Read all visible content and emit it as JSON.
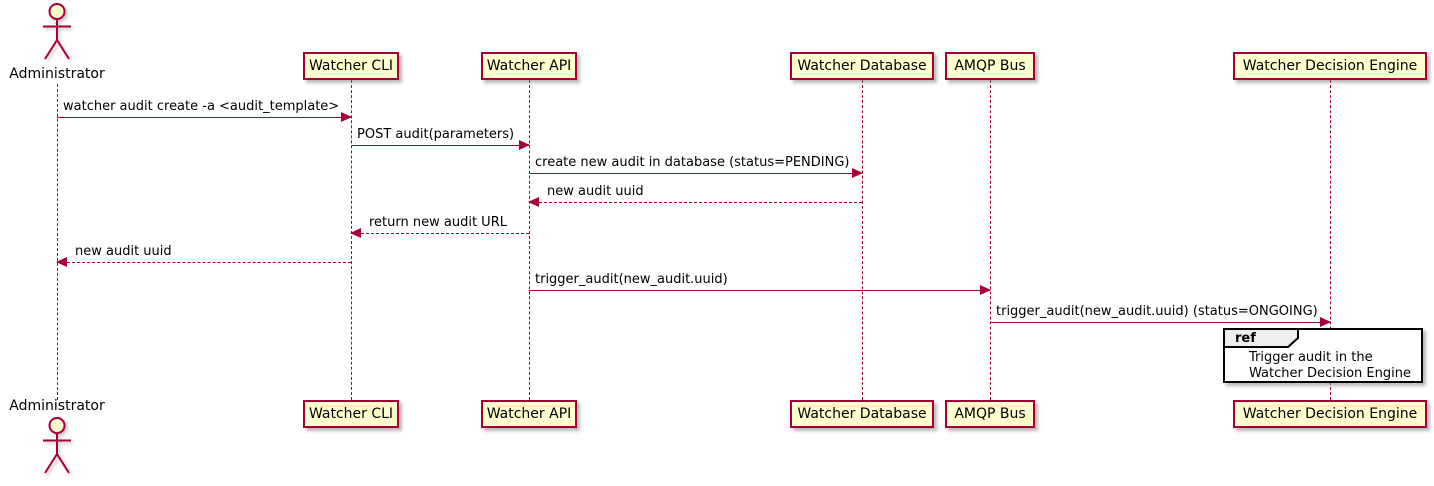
{
  "diagram": {
    "type": "sequence",
    "actor": "Administrator",
    "participants": [
      "Watcher CLI",
      "Watcher API",
      "Watcher Database",
      "AMQP Bus",
      "Watcher Decision Engine"
    ],
    "messages": [
      {
        "from": "Administrator",
        "to": "Watcher CLI",
        "text": "watcher audit create -a <audit_template>",
        "line": "solid",
        "direction": "right"
      },
      {
        "from": "Watcher CLI",
        "to": "Watcher API",
        "text": "POST audit(parameters)",
        "line": "solid",
        "direction": "right"
      },
      {
        "from": "Watcher API",
        "to": "Watcher Database",
        "text": "create new audit in database (status=PENDING)",
        "line": "solid",
        "direction": "right"
      },
      {
        "from": "Watcher Database",
        "to": "Watcher API",
        "text": "new audit uuid",
        "line": "dashed",
        "direction": "left"
      },
      {
        "from": "Watcher API",
        "to": "Watcher CLI",
        "text": "return new audit URL",
        "line": "dashed",
        "direction": "left"
      },
      {
        "from": "Watcher CLI",
        "to": "Administrator",
        "text": "new audit uuid",
        "line": "dashed",
        "direction": "left"
      },
      {
        "from": "Watcher API",
        "to": "AMQP Bus",
        "text": "trigger_audit(new_audit.uuid)",
        "line": "solid",
        "direction": "right"
      },
      {
        "from": "AMQP Bus",
        "to": "Watcher Decision Engine",
        "text": "trigger_audit(new_audit.uuid) (status=ONGOING)",
        "line": "solid",
        "direction": "right"
      }
    ],
    "ref": {
      "keyword": "ref",
      "over": "Watcher Decision Engine",
      "lines": [
        "Trigger audit in the",
        "Watcher Decision Engine"
      ]
    },
    "colors": {
      "participant_fill": "#FEFECE",
      "participant_border": "#A80036",
      "line_color": "#A80036",
      "text_color": "#000000",
      "ref_border": "#000000",
      "ref_header_fill": "#EEEEEE",
      "background": "#FFFFFF"
    }
  }
}
